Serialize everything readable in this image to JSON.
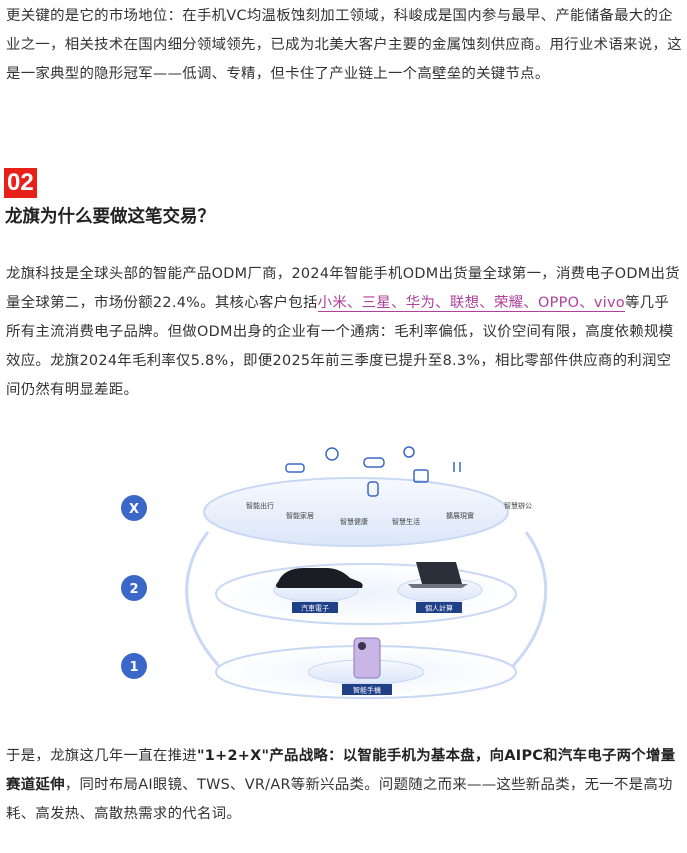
{
  "intro_paragraph": "更关键的是它的市场地位：在手机VC均温板蚀刻加工领域，科峻成是国内参与最早、产能储备最大的企业之一，相关技术在国内细分领域领先，已成为北美大客户主要的金属蚀刻供应商。用行业术语来说，这是一家典型的隐形冠军——低调、专精，但卡住了产业链上一个高壁垒的关键节点。",
  "section": {
    "number": "02",
    "title": "龙旗为什么要做这笔交易？"
  },
  "paragraph2": {
    "before": "龙旗科技是全球头部的智能产品ODM厂商，2024年智能手机ODM出货量全球第一，消费电子ODM出货量全球第二，市场份额22.4%。其核心客户包括",
    "clients": "小米、三星、华为、联想、荣耀、OPPO、vivo",
    "after": "等几乎所有主流消费电子品牌。但做ODM出身的企业有一个通病：毛利率偏低，议价空间有限，高度依赖规模效应。龙旗2024年毛利率仅5.8%，即便2025年前三季度已提升至8.3%，相比零部件供应商的利润空间仍然有明显差距。"
  },
  "figure": {
    "tiers": [
      {
        "marker": "X",
        "items": [
          "智能出行",
          "智能家居",
          "智慧健康",
          "智慧生活",
          "擴展現實",
          "智慧辦公"
        ]
      },
      {
        "marker": "2",
        "items": [
          "汽車電子",
          "個人計算"
        ]
      },
      {
        "marker": "1",
        "items": [
          "智能手機"
        ]
      }
    ],
    "colors": {
      "marker": "#3a67c8",
      "ring": "#c9d8f5",
      "label_bg": "#1f3f86"
    }
  },
  "closing_paragraph": {
    "lead": "于是，龙旗这几年一直在推进",
    "bold": "\"1+2+X\"产品战略：以智能手机为基本盘，向AIPC和汽车电子两个增量赛道延伸",
    "rest": "，同时布局AI眼镜、TWS、VR/AR等新兴品类。问题随之而来——这些新品类，无一不是高功耗、高发热、高散热需求的代名词。"
  }
}
